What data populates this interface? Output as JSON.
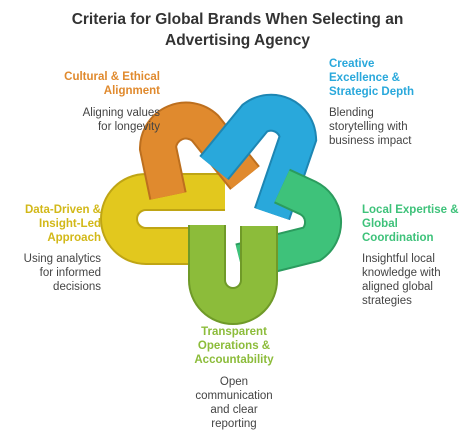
{
  "title": {
    "line1": "Criteria for Global Brands When Selecting an",
    "line2": "Advertising Agency"
  },
  "criteria": [
    {
      "id": "cultural",
      "color": "#E08A2E",
      "label": [
        "Cultural & Ethical",
        "Alignment"
      ],
      "desc": [
        "Aligning values",
        "for longevity"
      ]
    },
    {
      "id": "creative",
      "color": "#29A8DB",
      "label": [
        "Creative",
        "Excellence &",
        "Strategic Depth"
      ],
      "desc": [
        "Blending",
        "storytelling with",
        "business impact"
      ]
    },
    {
      "id": "local",
      "color": "#3EC27A",
      "label": [
        "Local Expertise &",
        "Global",
        "Coordination"
      ],
      "desc": [
        "Insightful local",
        "knowledge with",
        "aligned global",
        "strategies"
      ]
    },
    {
      "id": "transparent",
      "color": "#8CBC3A",
      "label": [
        "Transparent",
        "Operations &",
        "Accountability"
      ],
      "desc": [
        "Open",
        "communication",
        "and clear",
        "reporting"
      ]
    },
    {
      "id": "data",
      "color": "#E2C81E",
      "label": [
        "Data-Driven &",
        "Insight-Led",
        "Approach"
      ],
      "desc": [
        "Using analytics",
        "for informed",
        "decisions"
      ]
    }
  ]
}
